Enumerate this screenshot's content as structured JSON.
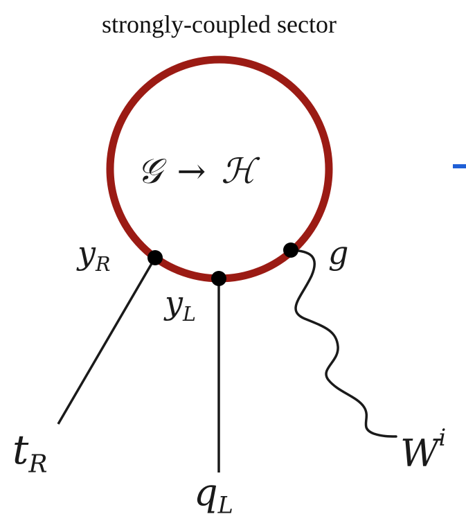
{
  "diagram": {
    "title": "strongly-coupled sector",
    "center_label": {
      "G": "𝒢",
      "arrow": "→",
      "H": "ℋ"
    },
    "labels": {
      "yR_base": "y",
      "yR_sub": "R",
      "yL_base": "y",
      "yL_sub": "L",
      "g": "g",
      "tR_base": "t",
      "tR_sub": "R",
      "qL_base": "q",
      "qL_sub": "L",
      "W_base": "W",
      "W_sup": "i"
    },
    "colors": {
      "circle": "#9b1b14",
      "lines": "#1a1a1a",
      "vertex": "#000000",
      "fragment": "#1f5fd6"
    }
  }
}
